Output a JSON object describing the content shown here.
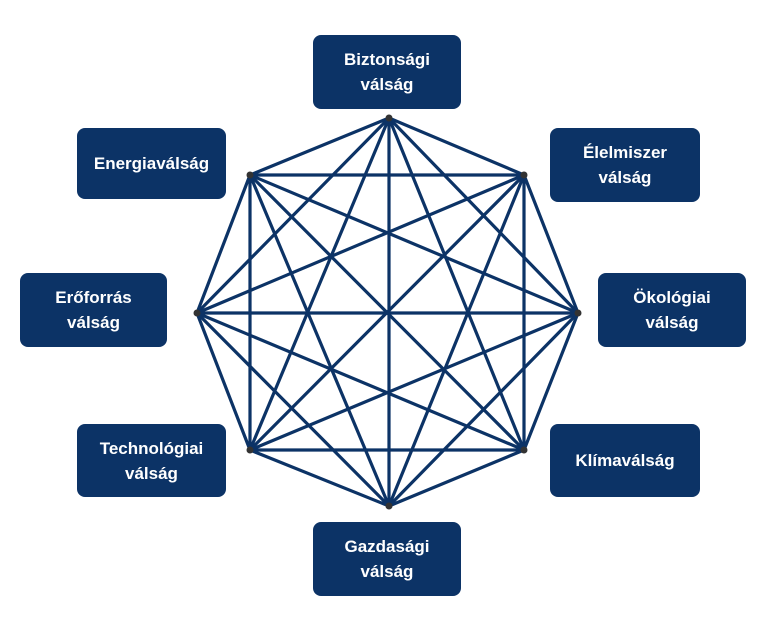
{
  "colors": {
    "box": "#0c3366",
    "line": "#0c3366",
    "text": "#ffffff"
  },
  "nodes": [
    {
      "label": "Biztonsági\nválság"
    },
    {
      "label": "Élelmiszer\nválság"
    },
    {
      "label": "Ökológiai\nválság"
    },
    {
      "label": "Klímaválság"
    },
    {
      "label": "Gazdasági\nválság"
    },
    {
      "label": "Technológiai\nválság"
    },
    {
      "label": "Erőforrás\nválság"
    },
    {
      "label": "Energiaválság"
    }
  ]
}
